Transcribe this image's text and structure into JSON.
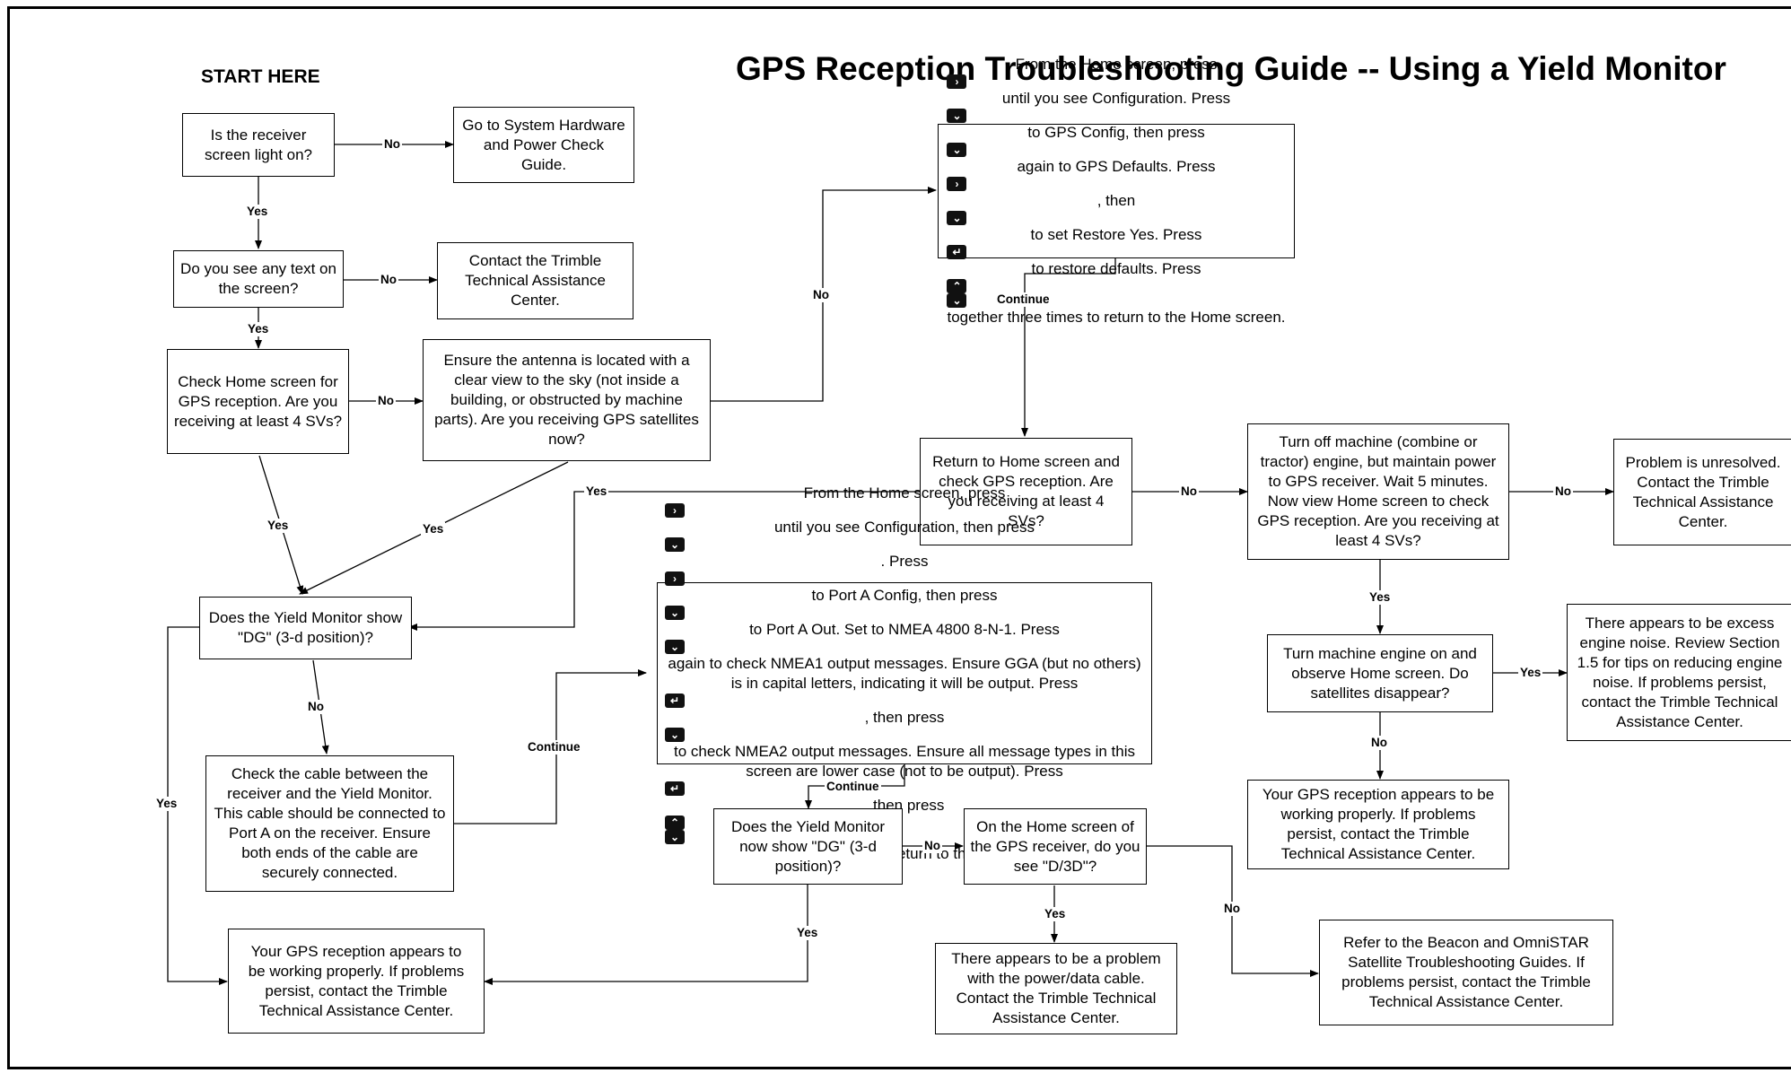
{
  "title": "GPS Reception Troubleshooting Guide -- Using a Yield Monitor",
  "start_label": "START HERE",
  "keys": {
    "right": "›",
    "down": "⌄",
    "enter": "↵",
    "up": "⌃"
  },
  "boxes": {
    "q_light": "Is the receiver screen light on?",
    "go_hw": "Go to System Hardware and Power Check Guide.",
    "q_text": "Do you see any text on the screen?",
    "contact1": "Contact the Trimble Technical Assistance Center.",
    "q_home": "Check Home screen for GPS reception. Are you receiving at least 4 SVs?",
    "antenna": "Ensure the antenna is located with a clear view to the sky (not inside a building, or obstructed by machine parts). Are you receiving  GPS satellites now?",
    "restore": {
      "p1": "From the Home screen, press",
      "p2": "until you see Configuration. Press",
      "p3": "to GPS Config, then press",
      "p4": "again to GPS Defaults. Press",
      "p5": ", then",
      "p6": "to set Restore Yes. Press",
      "p7": "to restore defaults. Press",
      "p8": "together three times to return to the Home screen."
    },
    "return_home": "Return to Home screen and check GPS reception. Are you receiving at least 4 SVs?",
    "turn_off": "Turn off machine (combine or tractor) engine, but maintain power to GPS receiver. Wait 5 minutes. Now view Home screen to check GPS reception. Are you receiving at least 4 SVs?",
    "unresolved": "Problem is unresolved. Contact the Trimble Technical Assistance Center.",
    "q_dg": "Does the Yield Monitor show \"DG\" (3-d position)?",
    "porta": {
      "p1": "From the Home screen, press",
      "p2": "until you see Configuration, then press",
      "p3": ".  Press",
      "p4": "to Port A Config, then press",
      "p5": "to Port A Out. Set to NMEA 4800 8-N-1. Press",
      "p6": "again to check NMEA1 output messages. Ensure GGA (but no others) is in capital letters, indicating it will be output. Press",
      "p7": ", then press",
      "p8": "to check NMEA2 output messages. Ensure all message types in this screen are lower case (not to be output). Press",
      "p9": ", then press",
      "p10": "together three times to return to the Home screen."
    },
    "engine_on": "Turn machine engine on and observe Home screen. Do satellites disappear?",
    "excess": "There appears to be excess engine noise. Review Section 1.5 for tips on reducing engine noise. If problems persist, contact the Trimble Technical Assistance Center.",
    "cable": "Check the cable between the receiver and the Yield Monitor. This cable should be connected to Port A on the receiver. Ensure both ends of the cable are securely connected.",
    "working_right": "Your GPS reception appears to be working properly. If problems persist, contact the Trimble Technical Assistance Center.",
    "q_dg_now": "Does the Yield Monitor now show \"DG\" (3-d position)?",
    "q_d3d": "On the Home screen of the GPS receiver, do you see \"D/3D\"?",
    "beacon": "Refer to the Beacon and OmniSTAR Satellite Troubleshooting Guides. If problems persist, contact the Trimble Technical Assistance Center.",
    "working_left": "Your GPS reception appears to be working properly. If problems persist, contact the Trimble Technical Assistance Center.",
    "power_cable": "There appears to be a problem with the power/data cable. Contact the Trimble  Technical Assistance Center."
  },
  "edge_labels": {
    "no": "No",
    "yes": "Yes",
    "continue": "Continue"
  }
}
